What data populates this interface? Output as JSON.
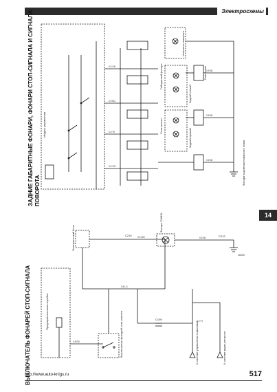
{
  "header": {
    "section_title": "Электросхемы"
  },
  "side_tab": {
    "chapter_number": "14"
  },
  "titles": {
    "left": "ВЫКЛЮЧАТЕЛЬ ФОНАРЕЙ СТОП-СИГНАЛА",
    "right_line1": "ЗАДНИЕ ГАБАРИТНЫЕ ФОНАРИ, ФОНАРИ СТОП-СИГНАЛА И СИГНАЛА",
    "right_line2": "ПОВОРОТА"
  },
  "footer": {
    "url": "http://www.auto-knigs.ru",
    "page_number": "517"
  },
  "colors": {
    "ink": "#111111",
    "bar": "#2b2b2b"
  },
  "labels": {
    "fuse_box": "Предохранительная коробка",
    "stop_switch": "Выключатель фонарей стоп-сигнала",
    "relay_box": "Электрический блок",
    "lamp_unit": "Фонарь CHMSL",
    "connector_c210": "C210",
    "connector_c105": "C105",
    "connector_c212": "C212",
    "ground": "G200",
    "note_brake": "К системе управления тормозами",
    "note_cruise": "К системе круиз-контроля",
    "module": "Модуль управления",
    "rear_left": "Задний левый",
    "rear_right": "Задний правый",
    "park_assist": "Park Assist",
    "lamp_tail": "Габаритный фонарь",
    "lamp_stop": "Стоп-сигнал",
    "lamp_turn": "Указатель поворота",
    "footnote": "Фонари подсветки номерного знака"
  }
}
